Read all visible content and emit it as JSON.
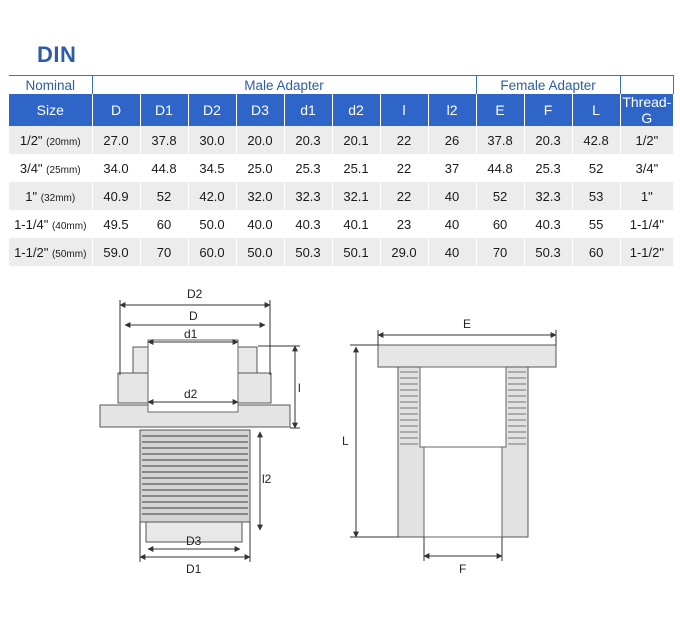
{
  "title": "DIN",
  "table": {
    "groups": {
      "nominal": "Nominal",
      "male": "Male Adapter",
      "female": "Female Adapter"
    },
    "headers": [
      "Size",
      "D",
      "D1",
      "D2",
      "D3",
      "d1",
      "d2",
      "l",
      "l2",
      "E",
      "F",
      "L",
      "Thread-G"
    ],
    "rows": [
      {
        "size": "1/2\"",
        "mm": "(20mm)",
        "cells": [
          "27.0",
          "37.8",
          "30.0",
          "20.0",
          "20.3",
          "20.1",
          "22",
          "26",
          "37.8",
          "20.3",
          "42.8",
          "1/2\""
        ]
      },
      {
        "size": "3/4\"",
        "mm": "(25mm)",
        "cells": [
          "34.0",
          "44.8",
          "34.5",
          "25.0",
          "25.3",
          "25.1",
          "22",
          "37",
          "44.8",
          "25.3",
          "52",
          "3/4\""
        ]
      },
      {
        "size": "1\"",
        "mm": "(32mm)",
        "cells": [
          "40.9",
          "52",
          "42.0",
          "32.0",
          "32.3",
          "32.1",
          "22",
          "40",
          "52",
          "32.3",
          "53",
          "1\""
        ]
      },
      {
        "size": "1-1/4\"",
        "mm": "(40mm)",
        "cells": [
          "49.5",
          "60",
          "50.0",
          "40.0",
          "40.3",
          "40.1",
          "23",
          "40",
          "60",
          "40.3",
          "55",
          "1-1/4\""
        ]
      },
      {
        "size": "1-1/2\"",
        "mm": "(50mm)",
        "cells": [
          "59.0",
          "70",
          "60.0",
          "50.0",
          "50.3",
          "50.1",
          "29.0",
          "40",
          "70",
          "50.3",
          "60",
          "1-1/2\""
        ]
      }
    ]
  },
  "drawing": {
    "male_labels": {
      "D2": "D2",
      "D": "D",
      "d1": "d1",
      "d2": "d2",
      "l": "l",
      "l2": "l2",
      "D3": "D3",
      "D1": "D1"
    },
    "female_labels": {
      "E": "E",
      "L": "L",
      "F": "F"
    }
  }
}
